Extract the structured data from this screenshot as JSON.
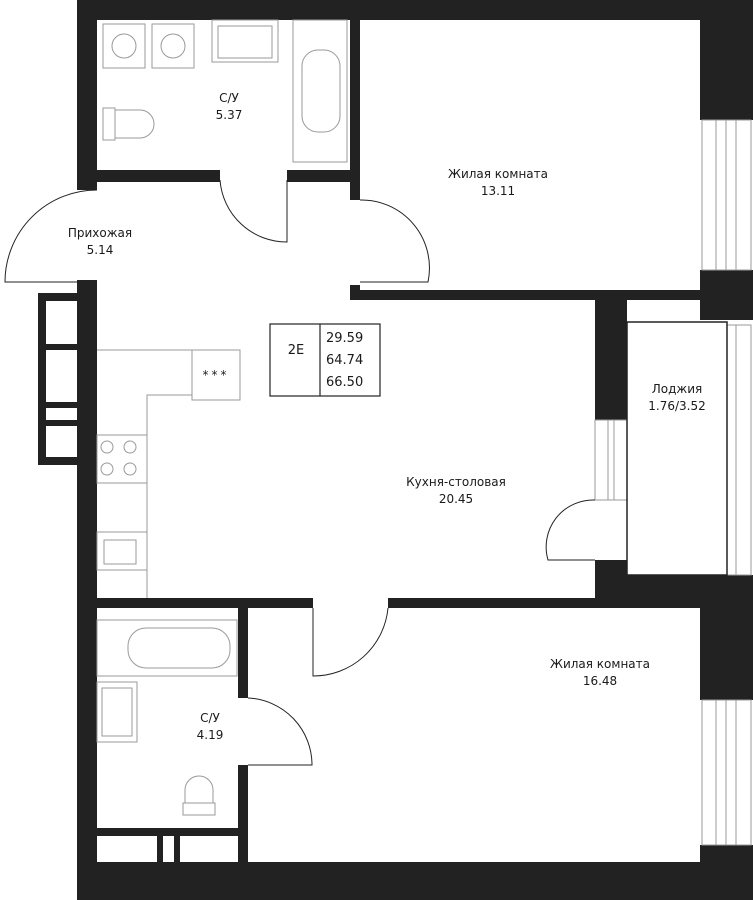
{
  "apartment": {
    "code": "2E",
    "areas": [
      "29.59",
      "64.74",
      "66.50"
    ]
  },
  "rooms": {
    "bath_top": {
      "name": "С/У",
      "area": "5.37"
    },
    "living_top": {
      "name": "Жилая комната",
      "area": "13.11"
    },
    "hallway": {
      "name": "Прихожая",
      "area": "5.14"
    },
    "kitchen": {
      "name": "Кухня-столовая",
      "area": "20.45"
    },
    "loggia": {
      "name": "Лоджия",
      "area": "1.76/3.52"
    },
    "bath_bottom": {
      "name": "С/У",
      "area": "4.19"
    },
    "living_bottom": {
      "name": "Жилая комната",
      "area": "16.48"
    }
  },
  "icons": {
    "hob_marks": "***"
  },
  "colors": {
    "wall": "#222222",
    "fixture": "#9a9a9a",
    "background": "#ffffff"
  }
}
